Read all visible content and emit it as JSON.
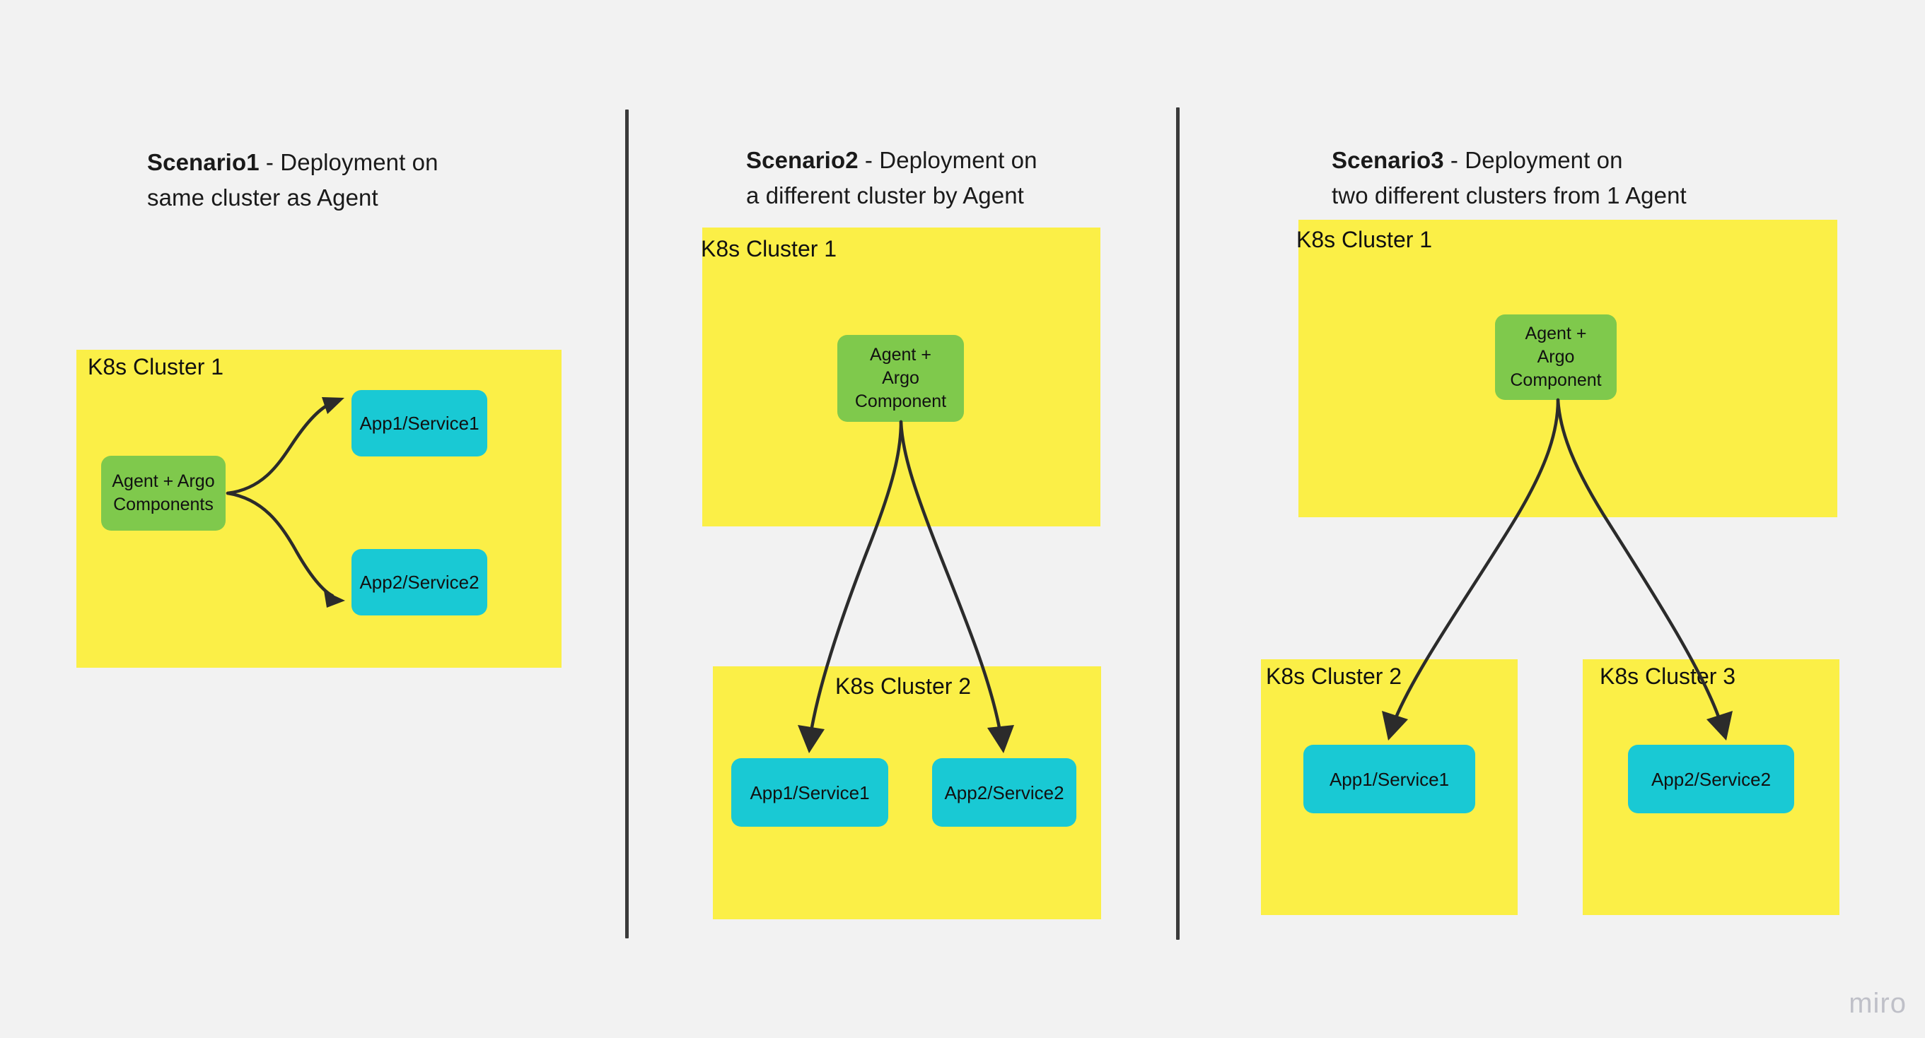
{
  "board": {
    "background_color": "#f2f2f2",
    "watermark": "miro"
  },
  "palette": {
    "cluster_yellow": "#fbef47",
    "agent_green": "#7fc94c",
    "app_cyan": "#19c9d4",
    "arrow_dark": "#2b2b2b",
    "divider_dark": "#3a3a3a",
    "text_dark": "#111111",
    "watermark_gray": "#bfc0c8"
  },
  "panels": [
    {
      "id": "scenario1",
      "title_strong": "Scenario1",
      "title_rest": " - Deployment on\nsame cluster as Agent",
      "clusters": [
        {
          "id": "s1-cluster1",
          "label": "K8s Cluster 1"
        }
      ],
      "agent": {
        "id": "s1-agent",
        "label": "Agent + Argo\nComponents"
      },
      "apps": [
        {
          "id": "s1-app1",
          "label": "App1/Service1"
        },
        {
          "id": "s1-app2",
          "label": "App2/Service2"
        }
      ]
    },
    {
      "id": "scenario2",
      "title_strong": "Scenario2",
      "title_rest": " - Deployment on\na different cluster by Agent",
      "clusters": [
        {
          "id": "s2-cluster1",
          "label": "K8s Cluster 1"
        },
        {
          "id": "s2-cluster2",
          "label": "K8s Cluster 2"
        }
      ],
      "agent": {
        "id": "s2-agent",
        "label": "Agent +\nArgo\nComponent"
      },
      "apps": [
        {
          "id": "s2-app1",
          "label": "App1/Service1"
        },
        {
          "id": "s2-app2",
          "label": "App2/Service2"
        }
      ]
    },
    {
      "id": "scenario3",
      "title_strong": "Scenario3",
      "title_rest": " - Deployment on\ntwo different clusters from 1 Agent",
      "clusters": [
        {
          "id": "s3-cluster1",
          "label": "K8s Cluster 1"
        },
        {
          "id": "s3-cluster2",
          "label": "K8s Cluster 2"
        },
        {
          "id": "s3-cluster3",
          "label": "K8s Cluster 3"
        }
      ],
      "agent": {
        "id": "s3-agent",
        "label": "Agent +\nArgo\nComponent"
      },
      "apps": [
        {
          "id": "s3-app1",
          "label": "App1/Service1"
        },
        {
          "id": "s3-app2",
          "label": "App2/Service2"
        }
      ]
    }
  ]
}
